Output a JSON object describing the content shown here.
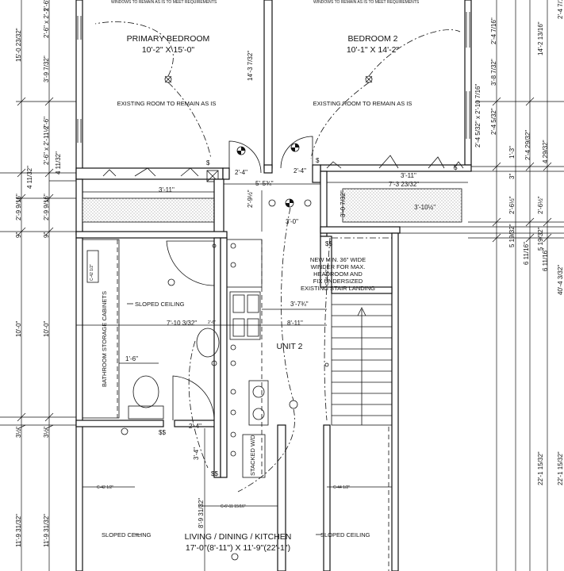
{
  "header_notes": [
    "WINDOWS TO REMAIN AS IS TO MEET REQUIREMENTS",
    "WINDOWS TO REMAIN AS IS TO MEET REQUIREMENTS"
  ],
  "rooms": {
    "primary_bedroom": {
      "name": "PRIMARY BEDROOM",
      "size": "10'-2\" X 15'-0\""
    },
    "bedroom_2": {
      "name": "BEDROOM 2",
      "size": "10'-1\" X 14'-2\""
    },
    "existing_note": "EXISTING ROOM TO REMAIN AS IS",
    "unit": "UNIT 2",
    "living": {
      "name": "LIVING / DINING / KITCHEN",
      "size": "17'-0\"(8'-11\") X 11'-9\"(22'-1\")"
    }
  },
  "notes": {
    "sloped_ceiling": "SLOPED CEILING",
    "bathroom_cabinets": "BATHROOM STORAGE CABINETS",
    "stacked_wd": "STACKED W/D",
    "stair_note_lines": [
      "NEW MIN. 36\" WIDE",
      "WINDER FOR MAX.",
      "HEADROOM AND",
      "FIX UNDERSIZED",
      "EXISTING STAIR LANDING"
    ]
  },
  "ceiling_tags": {
    "c42_bath": "C-42 1/2\"",
    "c44_stair": "C-44 1/2\"",
    "c42_living": "C-42 1/2\"",
    "c44_living": "C-44 1/2\"",
    "c6_11": "C-6'-11 15/16\""
  },
  "dims_left": [
    "2'-6\"",
    "2'-6\" x 2'-1",
    "15'-0 23/32\"",
    "3'-9 7/32\"",
    "2'-6\"",
    "2'-6\" x 2'-11½\"",
    "4 11/32\"",
    "4 11/32\"",
    "2'-9 9/16\"",
    "2'-9 9/16\"",
    "9\"",
    "9\"",
    "10'-0\"",
    "10'-0\"",
    "3½\"",
    "3½\"",
    "11'-9 31/32\"",
    "11'-9 31/32\""
  ],
  "dims_right": [
    "2'-4 7/16",
    "2'-4 7/16\"",
    "14'-2 13/16\"",
    "3'-8 7/32\"",
    "2'-4 5/32\" x 2'-10 7/16\"",
    "2'-4 5/32\"",
    "2'-4 29/32\"",
    "4 29/32\"",
    "1'-3\"",
    "3\"",
    "2'-6½\"",
    "2'-6½\"",
    "5 19/32\"",
    "5 19/32\"",
    "6 11/16\"",
    "6 11/16\"",
    "40'-4 3/32\"",
    "22'-1 15/32\"",
    "22'-1 15/32\""
  ],
  "dims_interior": {
    "d_3_11_left": "3'-11\"",
    "d_2_4_a": "2'-4\"",
    "d_2_4_b": "2'-4\"",
    "d_5_5_3_4": "5'-5¾\"",
    "d_2_9_1_2": "2'-9½\"",
    "d_3_0": "3'-0\"",
    "d_3_11_right": "3'-11\"",
    "d_7_3": "7'-3 23/32\"",
    "d_3_10_1_2": "3'-10½\"",
    "d_3_0_v": "3'-0 7/32\"",
    "d_3_7_3_4": "3'-7¾\"",
    "d_7_10": "7'-10 3/32\"",
    "d_8_11": "8'-11\"",
    "d_1_6": "1'-6\"",
    "d_2_6_small": "2'-6\"",
    "d_3_4": "3'-4\"",
    "d_2_4_c": "2'-4\"",
    "d_8_9": "8'-9 31/32\""
  }
}
